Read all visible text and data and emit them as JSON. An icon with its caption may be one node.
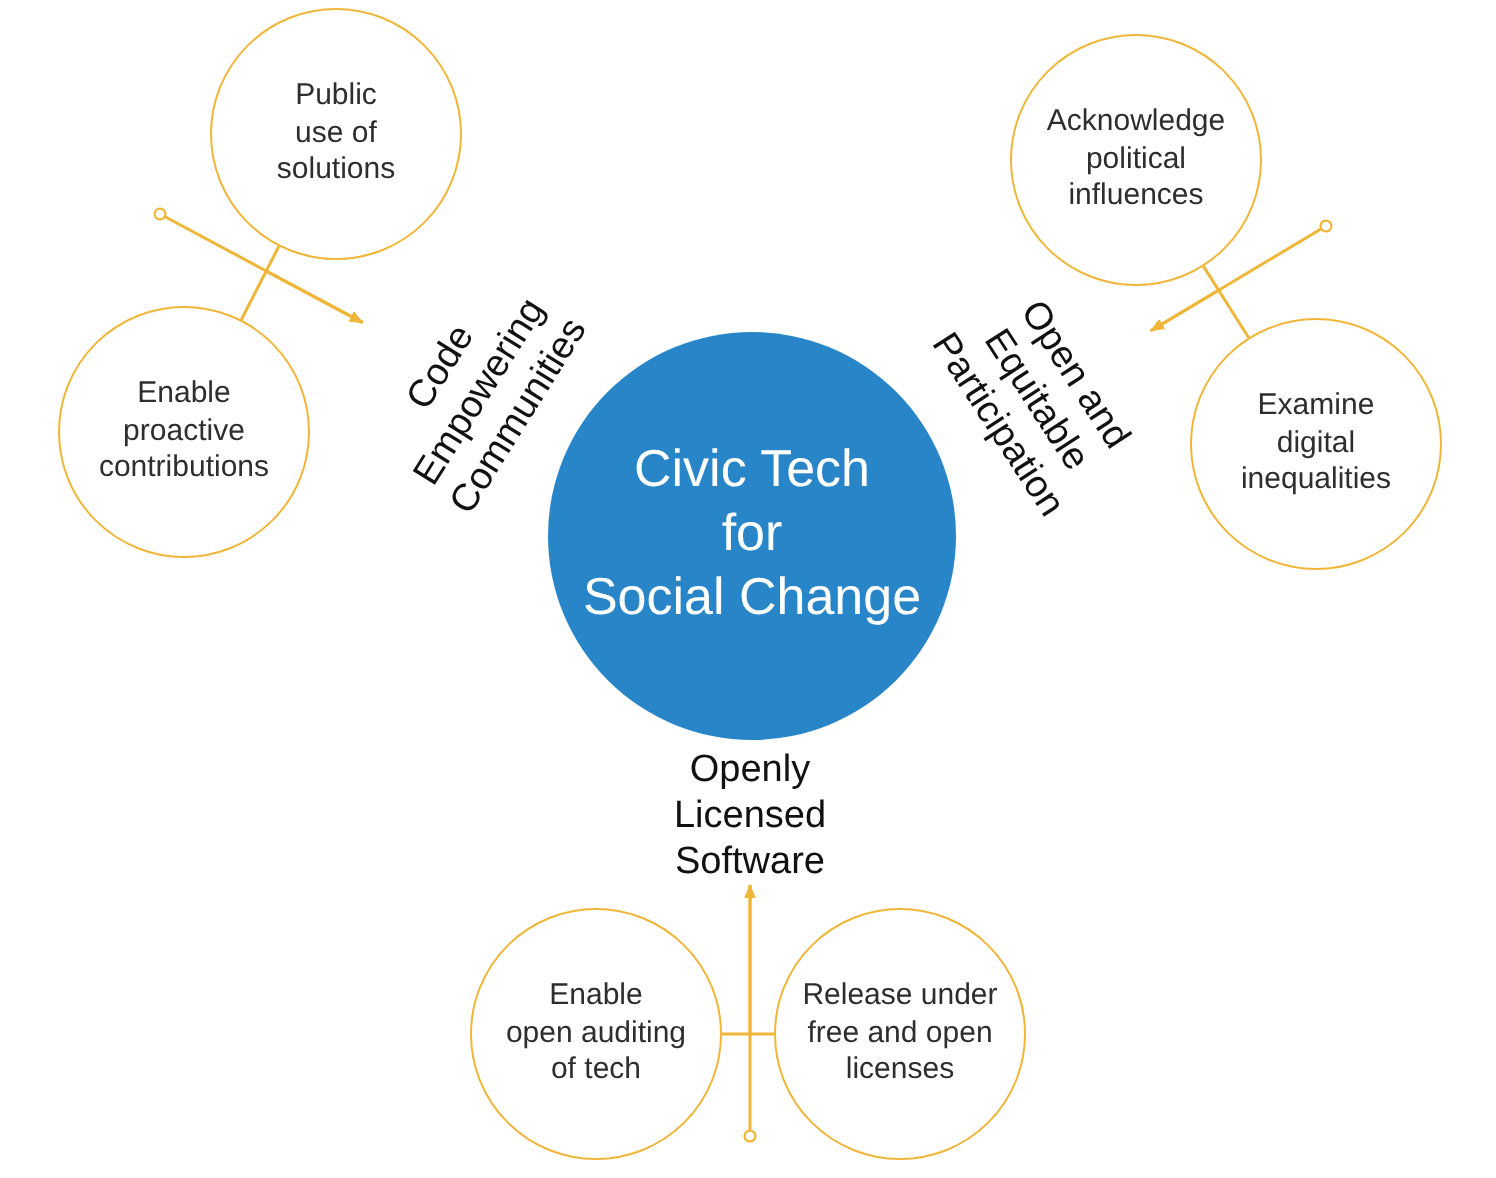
{
  "diagram": {
    "nodes": [
      {
        "text": [
          "Civic Tech for Social Change"
        ]
      },
      {
        "text": [
          "Code Empowering Communities"
        ]
      },
      {
        "text": [
          "Public use of solutions"
        ]
      },
      {
        "text": [
          "Enable proactive contributions"
        ]
      },
      {
        "text": [
          "Open and Equitable Participation"
        ]
      },
      {
        "text": [
          "Acknowledge political influences"
        ]
      },
      {
        "text": [
          "Examine digital inequalities"
        ]
      },
      {
        "text": [
          "Openly Licensed Software"
        ]
      },
      {
        "text": [
          "Enable open auditing of tech"
        ]
      },
      {
        "text": [
          "Release under free and open licenses"
        ]
      }
    ],
    "edges": [
      {
        "from": 2,
        "to": 1,
        "arrow": "to"
      },
      {
        "from": 3,
        "to": 1,
        "arrow": "to"
      },
      {
        "from": 5,
        "to": 4,
        "arrow": "to"
      },
      {
        "from": 6,
        "to": 4,
        "arrow": "to"
      },
      {
        "from": 8,
        "to": 7,
        "arrow": "to"
      },
      {
        "from": 9,
        "to": 7,
        "arrow": "to"
      }
    ]
  }
}
